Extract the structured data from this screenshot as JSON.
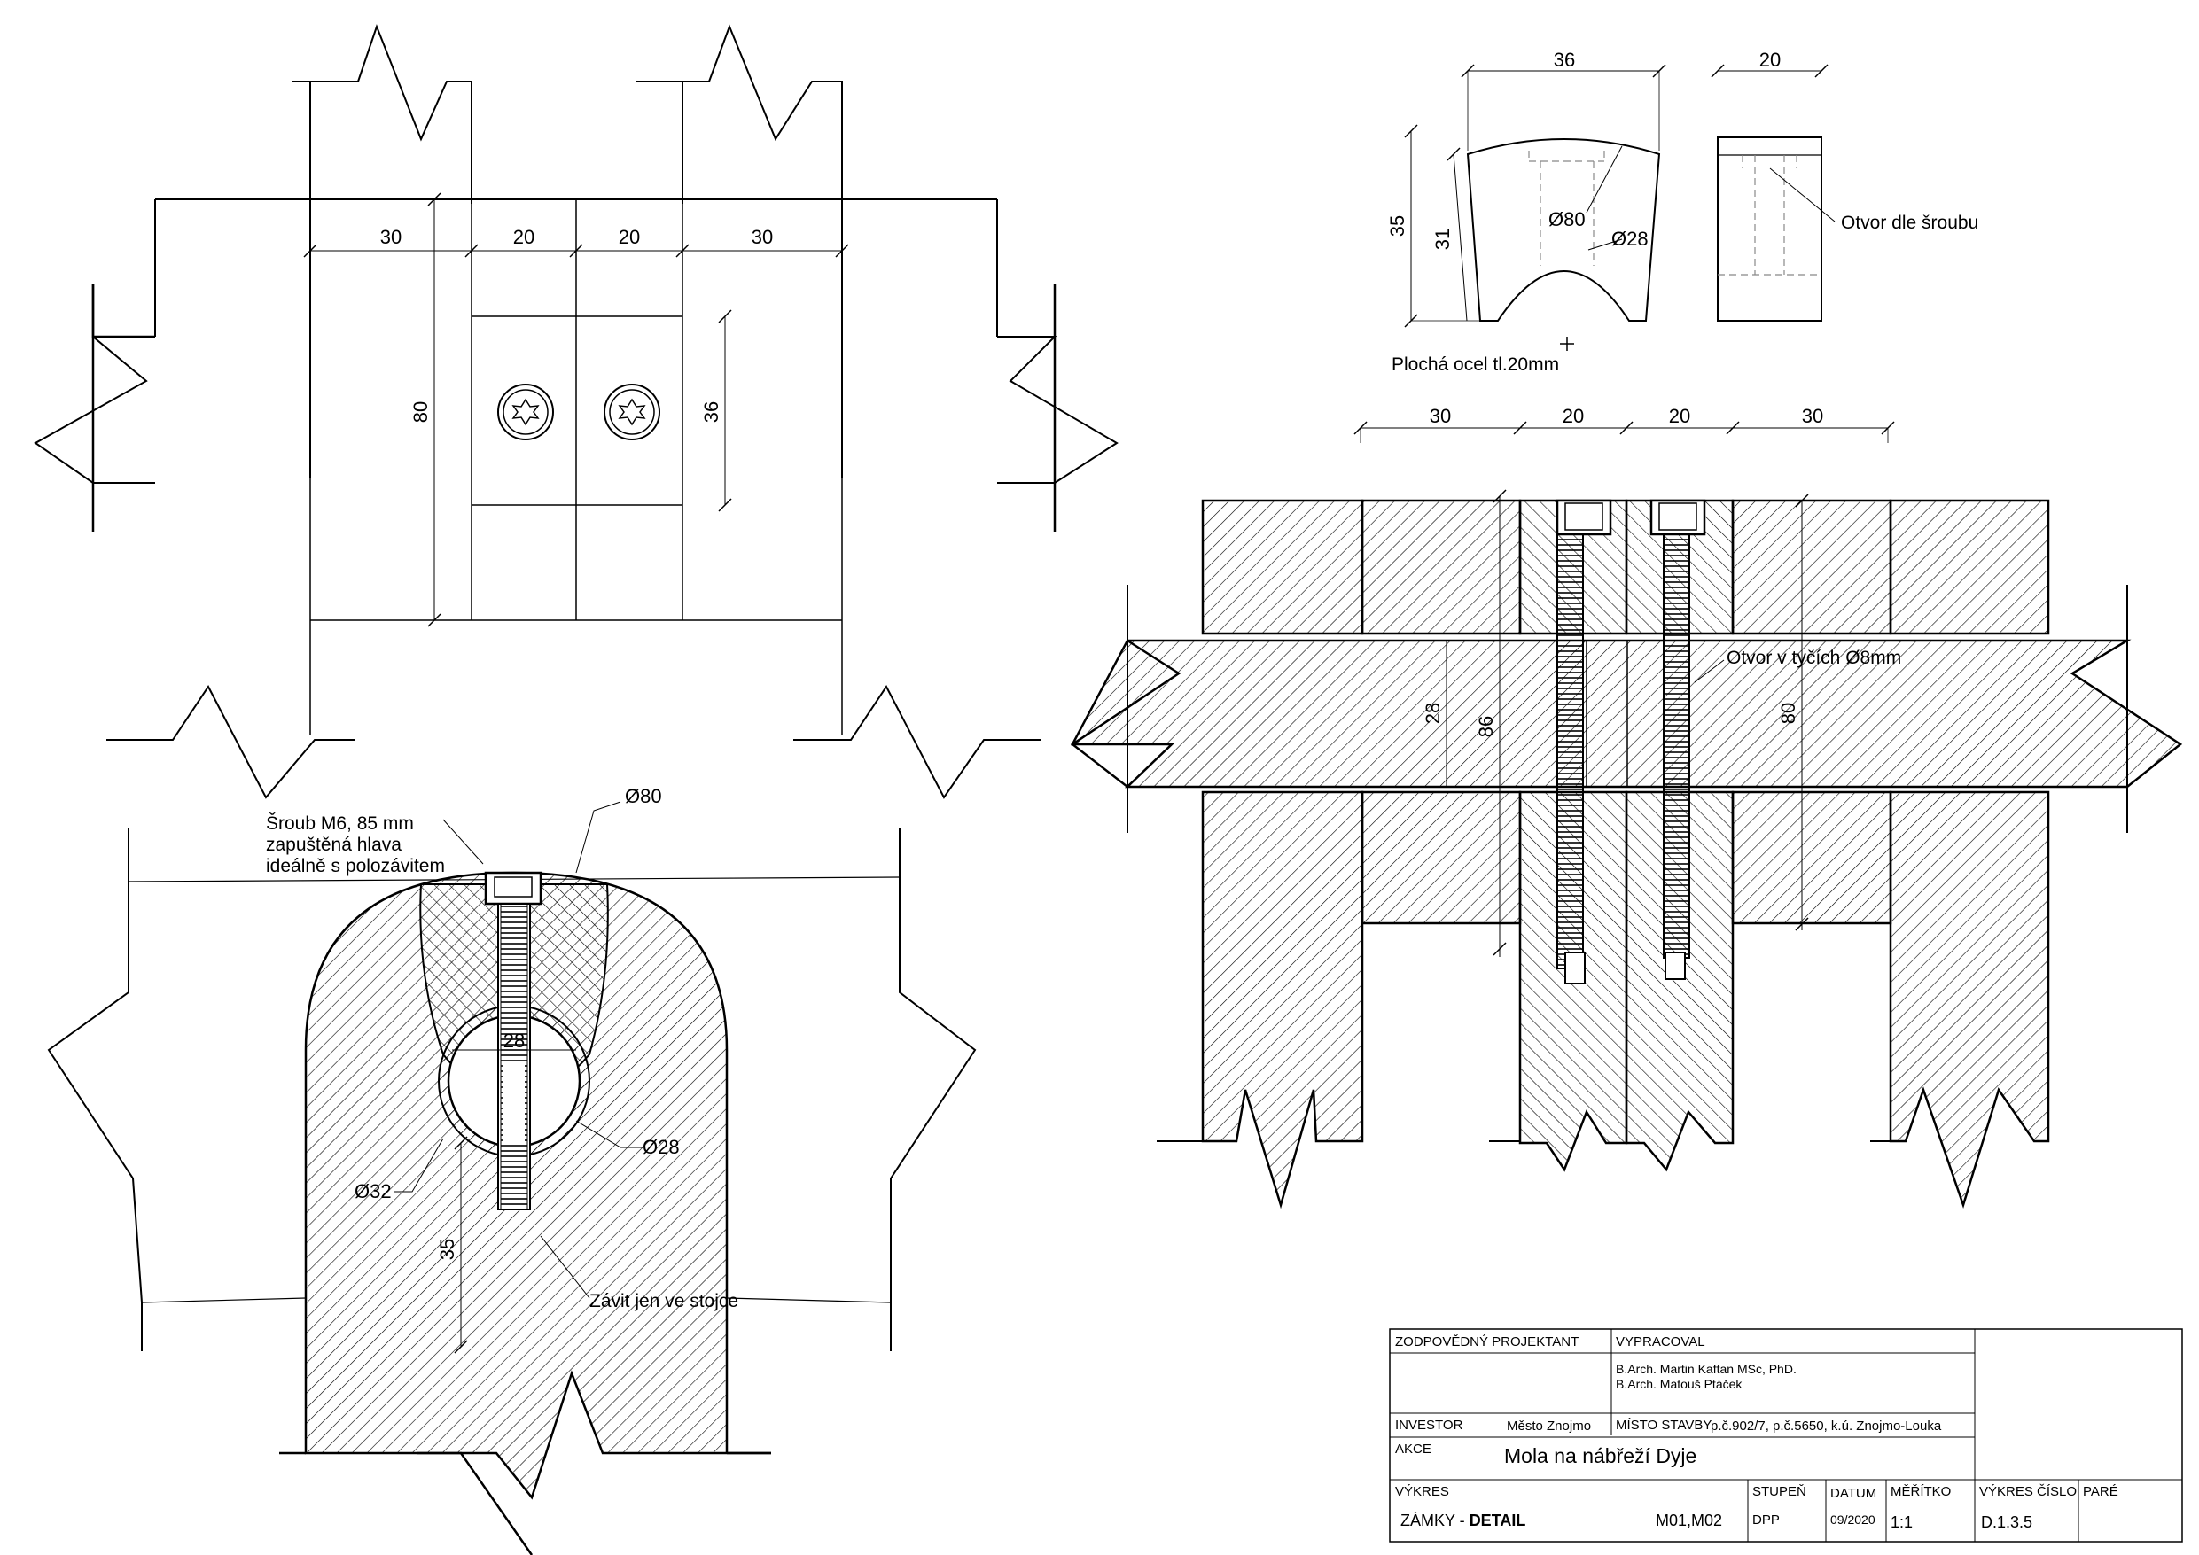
{
  "colors": {
    "ink": "#000000",
    "fill_solid": "#ffffff",
    "hatch": "#000000"
  },
  "top_left_view": {
    "dims": {
      "d1": "30",
      "d2": "20",
      "d3": "20",
      "d4": "30",
      "height": "80",
      "bolt_spacing": "36"
    },
    "bolt_icon_names": [
      "torx-bolt-head-icon",
      "torx-bolt-head-icon"
    ]
  },
  "clamp_detail": {
    "dim_width": "36",
    "dim_thickness": "20",
    "dim_height_outer": "35",
    "dim_height_inner": "31",
    "label_d80": "Ø80",
    "label_d28": "Ø28",
    "note_hole": "Otvor dle šroubu",
    "note_material": "Plochá ocel tl.20mm"
  },
  "section_view": {
    "dims": {
      "d1": "30",
      "d2": "20",
      "d3": "20",
      "d4": "30",
      "v28": "28",
      "v86": "86",
      "v80": "80"
    },
    "note_hole": "Otvor v tyčích Ø8mm"
  },
  "round_view": {
    "note_bolt_line1": "Šroub M6, 85 mm",
    "note_bolt_line2": "zapuštěná hlava",
    "note_bolt_line3": "ideálně s polozávitem",
    "label_d80": "Ø80",
    "label_d28": "Ø28",
    "label_d32": "Ø32",
    "dim_28": "28",
    "dim_35": "35",
    "note_thread": "Závit jen ve stojce"
  },
  "title_block": {
    "zodpovedny_label": "ZODPOVĚDNÝ PROJEKTANT",
    "vypracoval_label": "VYPRACOVAL",
    "author1": "B.Arch. Martin Kaftan MSc, PhD.",
    "author2": "B.Arch. Matouš Ptáček",
    "investor_label": "INVESTOR",
    "investor_value": "Město Znojmo",
    "misto_label": "MÍSTO STAVBY",
    "misto_value": "p.č.902/7, p.č.5650, k.ú. Znojmo-Louka",
    "akce_label": "AKCE",
    "akce_value": "Mola na nábřeží Dyje",
    "vykres_label": "VÝKRES",
    "vykres_value_prefix": "ZÁMKY - ",
    "vykres_value_bold": "DETAIL",
    "vykres_code": "M01,M02",
    "stupen_label": "STUPEŇ",
    "stupen_value": "DPP",
    "datum_label": "DATUM",
    "datum_value": "09/2020",
    "meritko_label": "MĚŘÍTKO",
    "meritko_value": "1:1",
    "cislo_label": "VÝKRES ČÍSLO",
    "cislo_value": "D.1.3.5",
    "pare_label": "PARÉ"
  }
}
